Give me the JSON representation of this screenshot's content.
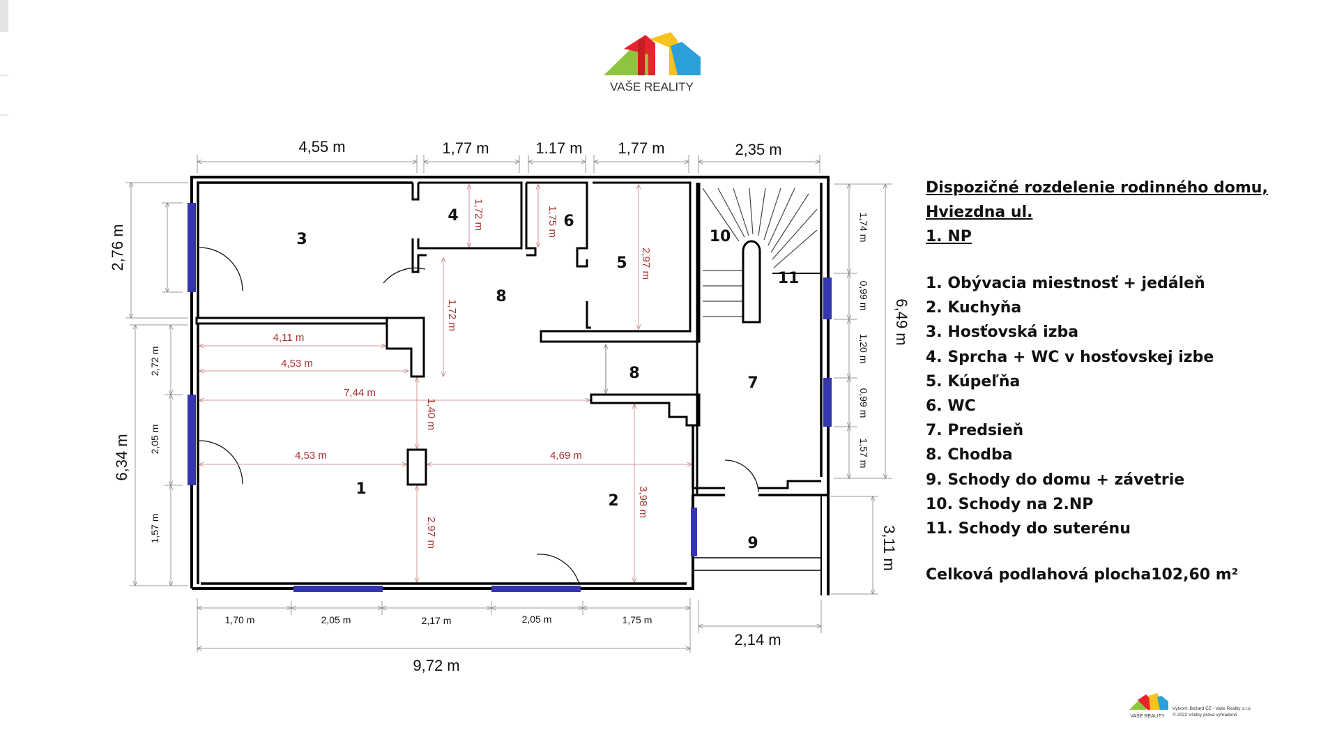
{
  "brand": {
    "name": "VAŠE REALITY",
    "small_name": "VAŠE REALITY",
    "colors": {
      "green": "#8cc63f",
      "red": "#e8232b",
      "yellow": "#f7c21b",
      "blue": "#2b9fd9"
    }
  },
  "credit": {
    "line1": "Vytvoril: Bežard ČZ - Vaše Reality s.r.o.",
    "line2": "© 2022 Všetky práva vyhradené"
  },
  "legend": {
    "title_lines": [
      "Dispozičné rozdelenie rodinného domu,",
      "Hviezdna ul.",
      "1. NP"
    ],
    "items": [
      "1. Obývacia miestnosť + jedáleň",
      "2. Kuchyňa",
      "3. Hosťovská izba",
      "4. Sprcha + WC v hosťovskej izbe",
      "5. Kúpeľňa",
      "6. WC",
      "7. Predsieň",
      "8. Chodba",
      "9. Schody do domu + závetrie",
      "10. Schody na 2.NP",
      "11. Schody do suterénu"
    ],
    "total": "Celková podlahová plocha102,60 m²"
  },
  "rooms": {
    "r1": "1",
    "r2": "2",
    "r3": "3",
    "r4": "4",
    "r5": "5",
    "r6": "6",
    "r7": "7",
    "r8a": "8",
    "r8b": "8",
    "r9": "9",
    "r10": "10",
    "r11": "11"
  },
  "dimensions": {
    "top": [
      "4,55 m",
      "1,77 m",
      "1.17 m",
      "1,77 m",
      "2,35  m"
    ],
    "bottom": [
      "1,70 m",
      "2,05 m",
      "2,17 m",
      "2,05 m",
      "1,75 m"
    ],
    "bottom_total": "9,72 m",
    "porch_width": "2,14 m",
    "left_upper": "2,76 m",
    "left_lower": "6,34 m",
    "left_segments": [
      "2,72 m",
      "2,05 m",
      "1,57 m"
    ],
    "right_total": "6,49 m",
    "right_segments": [
      "1,74 m",
      "0,99 m",
      "1,20 m",
      "0,99 m",
      "1,57 m"
    ],
    "porch_depth": "3,11 m"
  },
  "interior_dimensions": {
    "d411": "4,11 m",
    "d453a": "4,53 m",
    "d744": "7,44 m",
    "d453b": "4,53 m",
    "d469": "4,69 m",
    "d140": "1,40 m",
    "d297a": "2,97 m",
    "d398": "3,98 m",
    "d172a": "1,72 m",
    "d172b": "1,72 m",
    "d175": "1,75 m",
    "d297b": "2,97 m"
  },
  "palette": {
    "wall": "#000000",
    "window": "#3535b0",
    "dim": "#999999",
    "inner_dim": "#a83232"
  }
}
